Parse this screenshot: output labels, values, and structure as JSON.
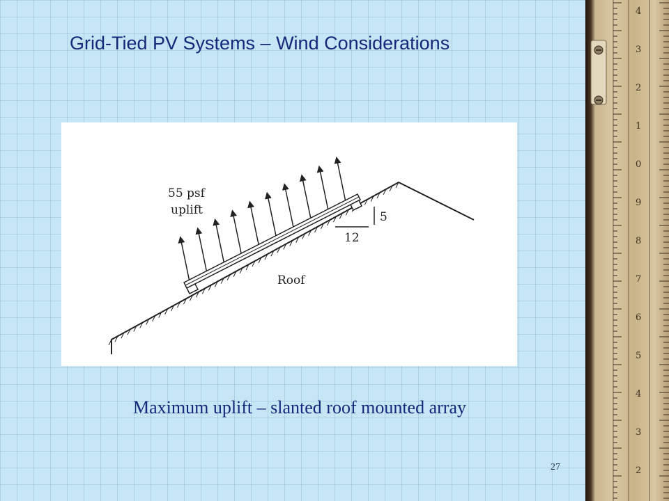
{
  "slide": {
    "title": "Grid-Tied PV Systems – Wind Considerations",
    "caption": "Maximum uplift – slanted roof mounted array",
    "page_number": "27"
  },
  "diagram": {
    "load_label_line1": "55 psf",
    "load_label_line2": "uplift",
    "slope_rise": "5",
    "slope_run": "12",
    "roof_label": "Roof"
  },
  "ruler": {
    "marks": [
      "4",
      "3",
      "2",
      "1",
      "0",
      "9",
      "8",
      "7",
      "6",
      "5",
      "4",
      "3",
      "2"
    ]
  }
}
